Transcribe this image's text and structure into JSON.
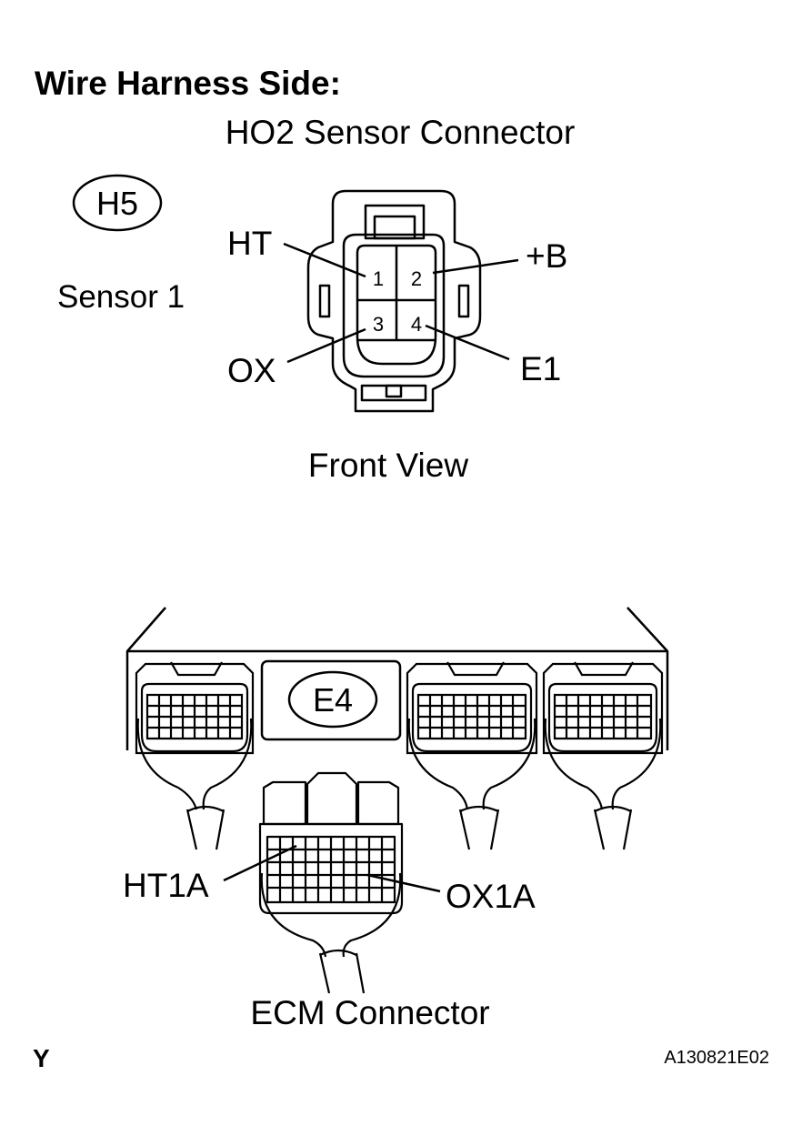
{
  "header": {
    "title": "Wire Harness Side:",
    "subtitle": "HO2 Sensor Connector"
  },
  "sensor_connector": {
    "code": "H5",
    "position_label": "Sensor 1",
    "view_label": "Front View",
    "pins": [
      {
        "number": "1",
        "signal": "HT"
      },
      {
        "number": "2",
        "signal": "+B"
      },
      {
        "number": "3",
        "signal": "OX"
      },
      {
        "number": "4",
        "signal": "E1"
      }
    ]
  },
  "ecm": {
    "code": "E4",
    "label": "ECM Connector",
    "terminals": [
      "HT1A",
      "OX1A"
    ]
  },
  "footer": {
    "corner_mark": "Y",
    "figure_id": "A130821E02"
  }
}
